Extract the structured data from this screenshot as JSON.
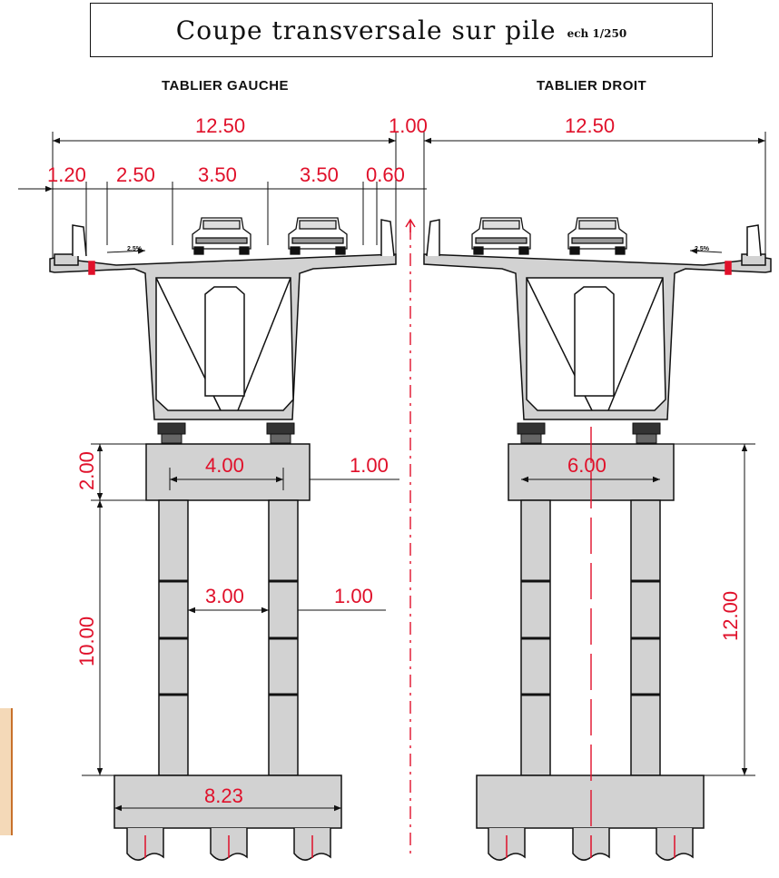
{
  "title": {
    "main": "Coupe transversale sur pile",
    "scale": "ech 1/250"
  },
  "decks": {
    "left": "TABLIER GAUCHE",
    "right": "TABLIER DROIT"
  },
  "dimensions": {
    "deck_left_width": "12.50",
    "joint": "1.00",
    "deck_right_width": "12.50",
    "edge": "1.20",
    "shoulder": "2.50",
    "lane1": "3.50",
    "lane2": "3.50",
    "inner": "0.60",
    "cap_left_spacing": "4.00",
    "cap_left_offset": "1.00",
    "cap_height": "2.00",
    "cap_right_width": "6.00",
    "col_spacing": "3.00",
    "col_width": "1.00",
    "col_height": "10.00",
    "total_height": "12.00",
    "footing_width": "8.23"
  },
  "slopes": {
    "left": "2.5%",
    "right": "2.5%"
  },
  "colors": {
    "concrete": "#d2d2d2",
    "dimension": "#e0102a",
    "line": "#111111"
  }
}
